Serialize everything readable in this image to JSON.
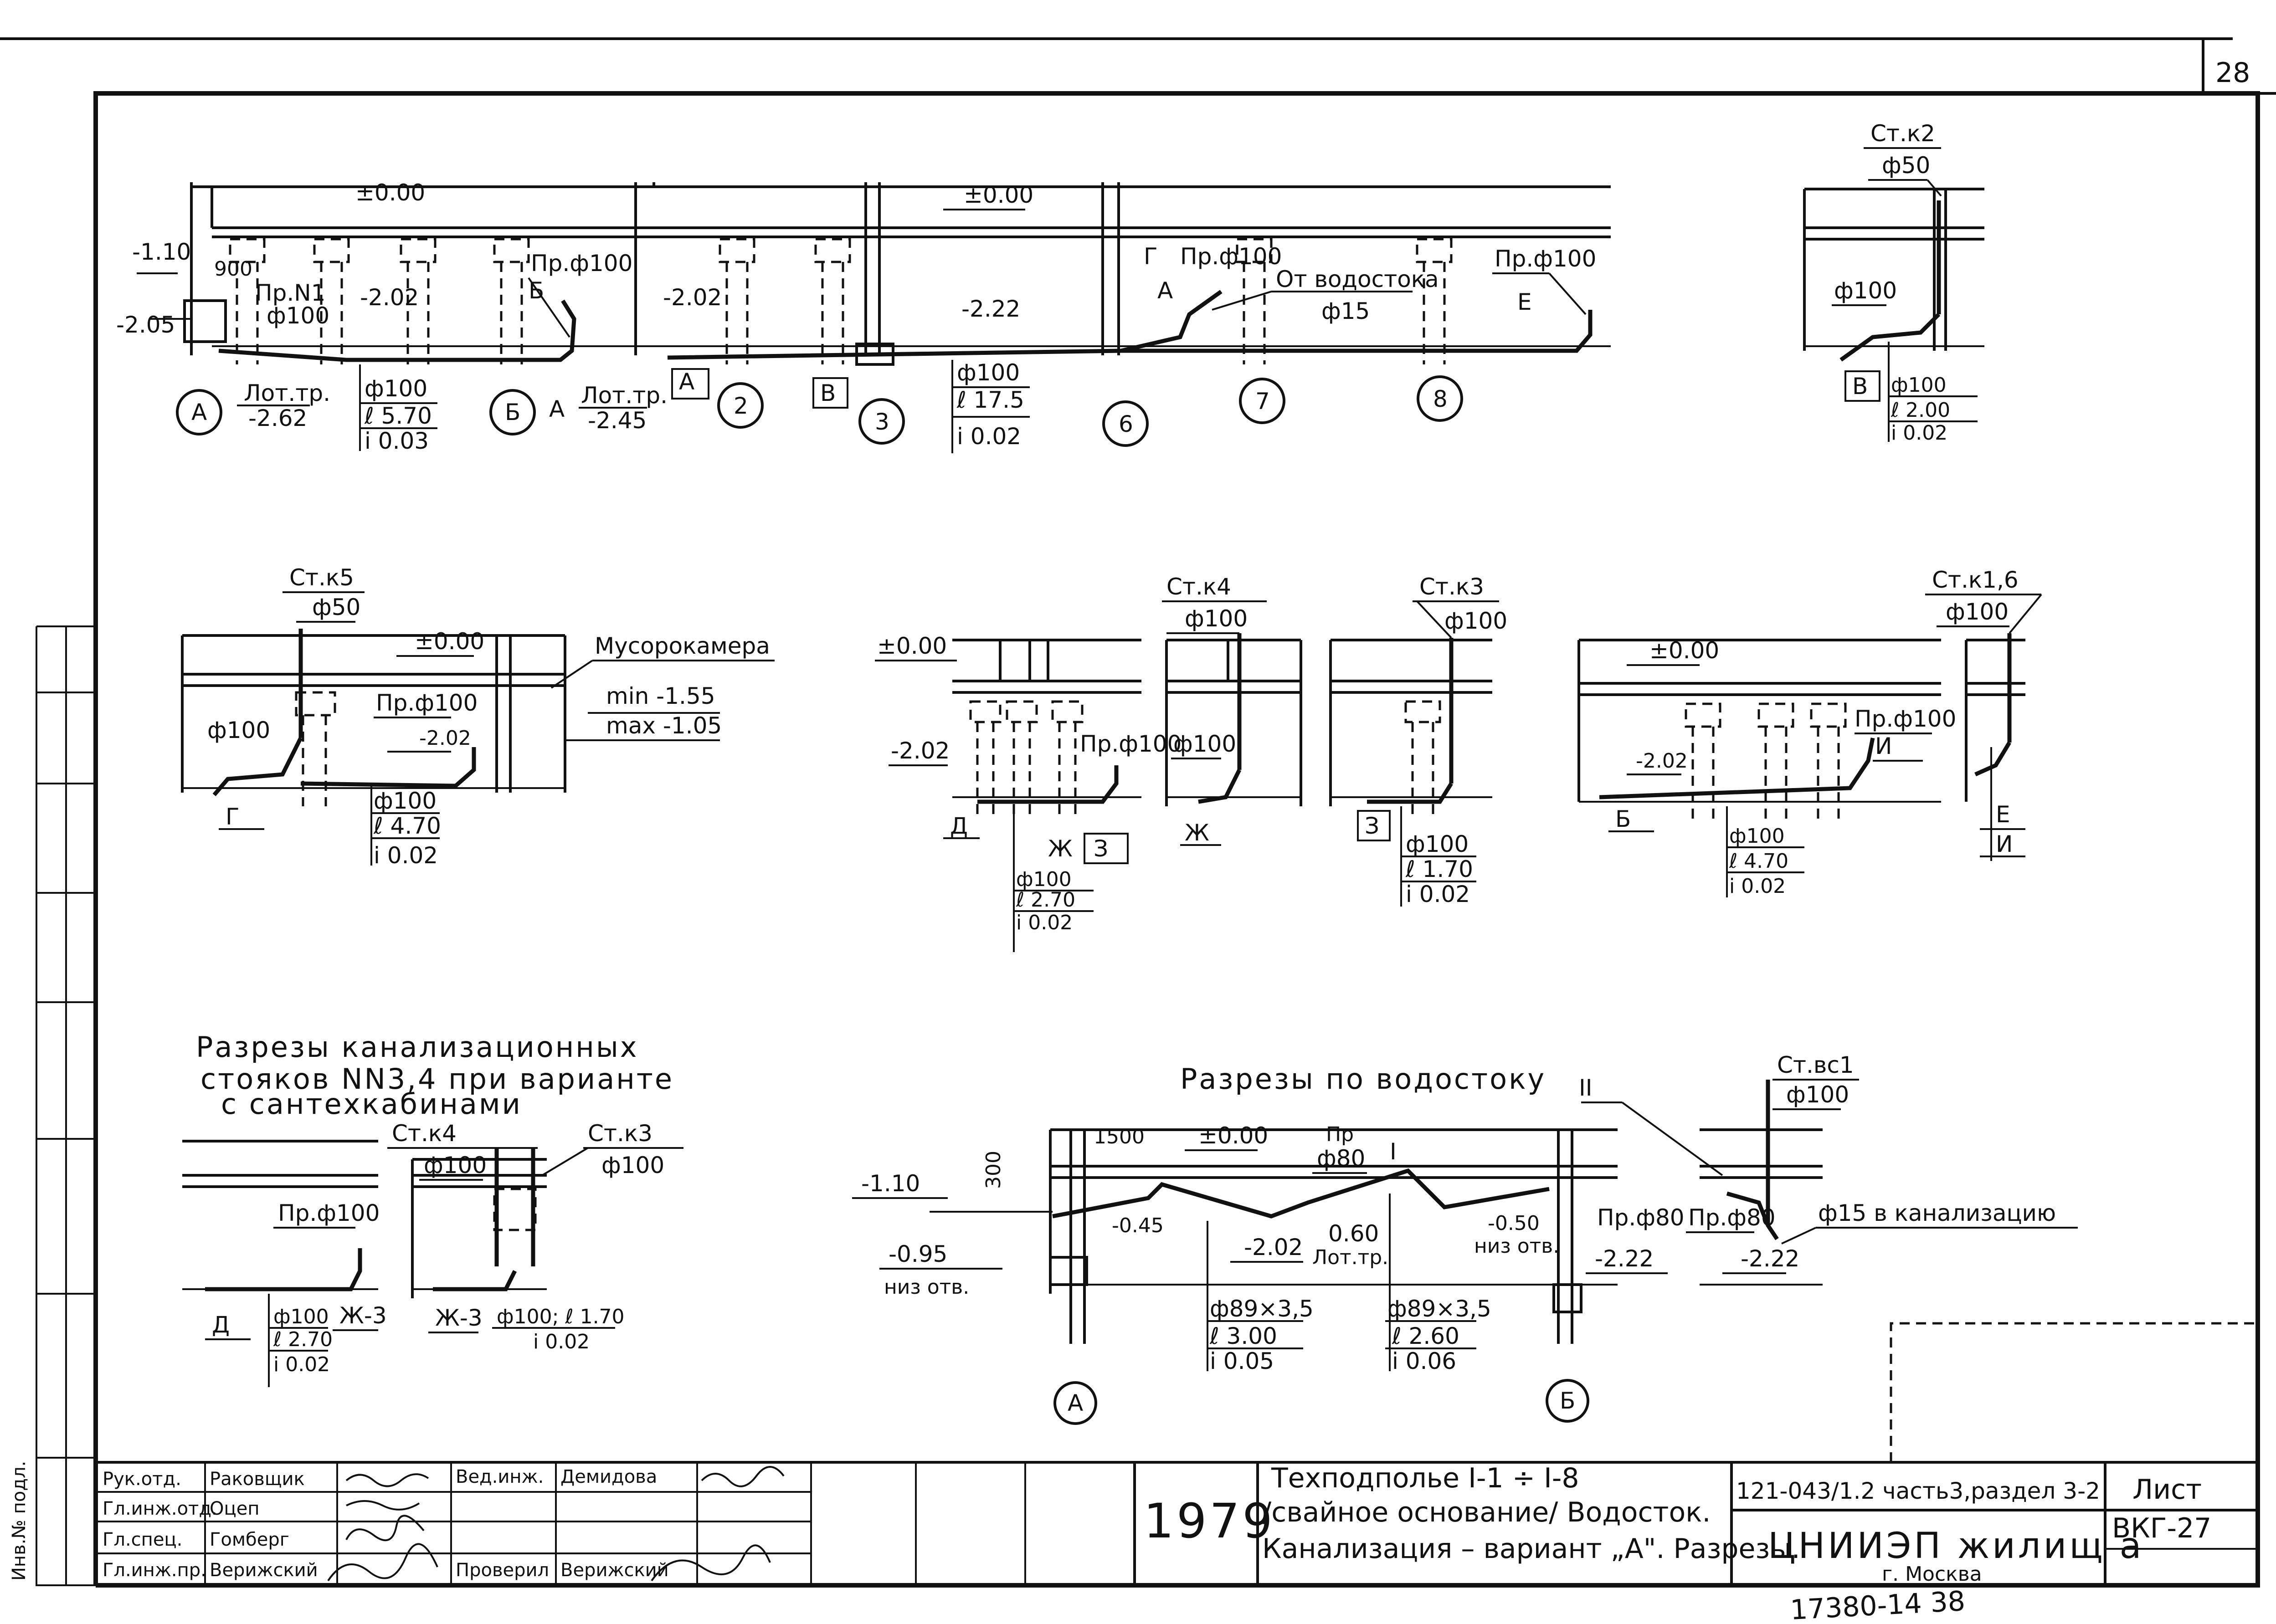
{
  "sheet": {
    "page_number": "28",
    "bottom_note": "17380-14 38"
  },
  "section1": {
    "levels": [
      "±0.00",
      "-1.10",
      "-2.05",
      "-2.02",
      "-2.02",
      "-2.22"
    ],
    "dim_900": "900",
    "outlet_n1": "Пр.N1",
    "dia_100_a": "ф100",
    "prphi100_a": "Пр.ф100",
    "prphi100_b": "Пр.ф100",
    "prphi100_c": "Пр.ф100",
    "from_drain": "От водостока",
    "dia_15": "ф15",
    "marks": [
      "Б",
      "А",
      "Е",
      "Г",
      "В"
    ],
    "lot_a": {
      "name": "Лот.тр.",
      "value": "-2.62"
    },
    "lot_b": {
      "name": "Лот.тр.",
      "value": "-2.45"
    },
    "axes": [
      "А",
      "Б",
      "2",
      "3",
      "6",
      "7",
      "8"
    ],
    "spec1": {
      "d": "ф100",
      "l": "ℓ 5.70",
      "i": "i 0.03"
    },
    "spec2": {
      "d": "ф100",
      "l": "ℓ 17.5",
      "i": "i 0.02"
    }
  },
  "stk2": {
    "title": "Ст.к2",
    "dia": "ф50",
    "d100": "ф100",
    "mark": "В",
    "spec": {
      "d": "ф100",
      "l": "ℓ 2.00",
      "i": "i 0.02"
    }
  },
  "stk5": {
    "title": "Ст.к5",
    "dia": "ф50",
    "level0": "±0.00",
    "pr": "Пр.ф100",
    "level": "-2.02",
    "d100": "ф100",
    "mark": "Г",
    "chamber": "Мусорокамера",
    "min": "min -1.55",
    "max": "max -1.05",
    "spec": {
      "d": "ф100",
      "l": "ℓ 4.70",
      "i": "i 0.02"
    }
  },
  "mid": {
    "level0": "±0.00",
    "level": "-2.02",
    "pr": "Пр.ф100",
    "mark_d": "Д",
    "mark_zh": "Ж",
    "mark_z": "З",
    "spec": {
      "d": "ф100",
      "l": "ℓ 2.70",
      "i": "i 0.02"
    },
    "stk4": {
      "title": "Ст.к4",
      "dia": "ф100",
      "d100": "ф100",
      "mark": "Ж"
    },
    "stk3": {
      "title": "Ст.к3",
      "dia": "ф100",
      "mark": "З",
      "spec": {
        "d": "ф100",
        "l": "ℓ 1.70",
        "i": "i 0.02"
      }
    }
  },
  "stk16": {
    "title": "Ст.к1,6",
    "dia": "ф100",
    "level0": "±0.00",
    "level": "-2.02",
    "pr": "Пр.ф100",
    "mark_b": "Б",
    "mark_i": "И",
    "side_e": "Е",
    "side_i": "И",
    "spec": {
      "d": "ф100",
      "l": "ℓ 4.70",
      "i": "i 0.02"
    }
  },
  "sewer_sect": {
    "title1": "Разрезы канализационных",
    "title2": "стояков NN3,4 при варианте",
    "title3": "с сантехкабинами",
    "stk4": "Ст.к4",
    "stk4_d": "ф100",
    "stk3": "Ст.к3",
    "stk3_d": "ф100",
    "pr": "Пр.ф100",
    "mark_d": "Д",
    "mark_zh3": "Ж-3",
    "mark_zh3b": "Ж-3",
    "spec": {
      "d": "ф100",
      "l": "ℓ 2.70",
      "i": "i 0.02"
    },
    "spec2": {
      "dl": "ф100; ℓ 1.70",
      "i": "i 0.02"
    }
  },
  "drain_sect": {
    "title": "Разрезы по водостоку",
    "roman1": "I",
    "roman2": "II",
    "stvs": "Ст.вс1",
    "stvs_d": "ф100",
    "lv_110": "-1.10",
    "lv_095": "-0.95",
    "niz_otv": "низ отв.",
    "d300": "300",
    "d1500": "1500",
    "lv0": "±0.00",
    "pr80a": "Пр",
    "pr80a_d": "ф80",
    "lv045": "-0.45",
    "lv202": "-2.02",
    "lv060": "0.60",
    "lot": "Лот.тр.",
    "lv050": "-0.50",
    "niz_otv2": "низ отв.",
    "pr80b": "Пр.ф80",
    "pr80c": "Пр.ф80",
    "lv222a": "-2.22",
    "lv222b": "-2.22",
    "to_sewer": "ф15 в канализацию",
    "spec1": {
      "d": "ф89×3,5",
      "l": "ℓ 3.00",
      "i": "i 0.05"
    },
    "spec2": {
      "d": "ф89×3,5",
      "l": "ℓ 2.60",
      "i": "i 0.06"
    },
    "axes": [
      "А",
      "Б"
    ]
  },
  "titleblock": {
    "roles": [
      "Рук.отд.",
      "Гл.инж.отд.",
      "Гл.спец.",
      "Гл.инж.пр."
    ],
    "names": [
      "Раковщик",
      "Оцеп",
      "Гомберг",
      "Верижский"
    ],
    "vedinzh": "Вед.инж.",
    "vedname": "Демидова",
    "checked": "Проверил",
    "checkname": "Верижский",
    "year": "1979",
    "desc1": "Техподполье I-1 ÷ I-8",
    "desc2": "/свайное основание/ Водосток.",
    "desc3": "Канализация – вариант „А\". Разрезы.",
    "code": "121-043/1.2 часть3,раздел 3-2",
    "org": "ЦНИИЭП жилищ а",
    "city": "г. Москва",
    "list_label": "Лист",
    "list_value": "ВКГ-27",
    "side_stamp": "Инв.№ подл."
  }
}
